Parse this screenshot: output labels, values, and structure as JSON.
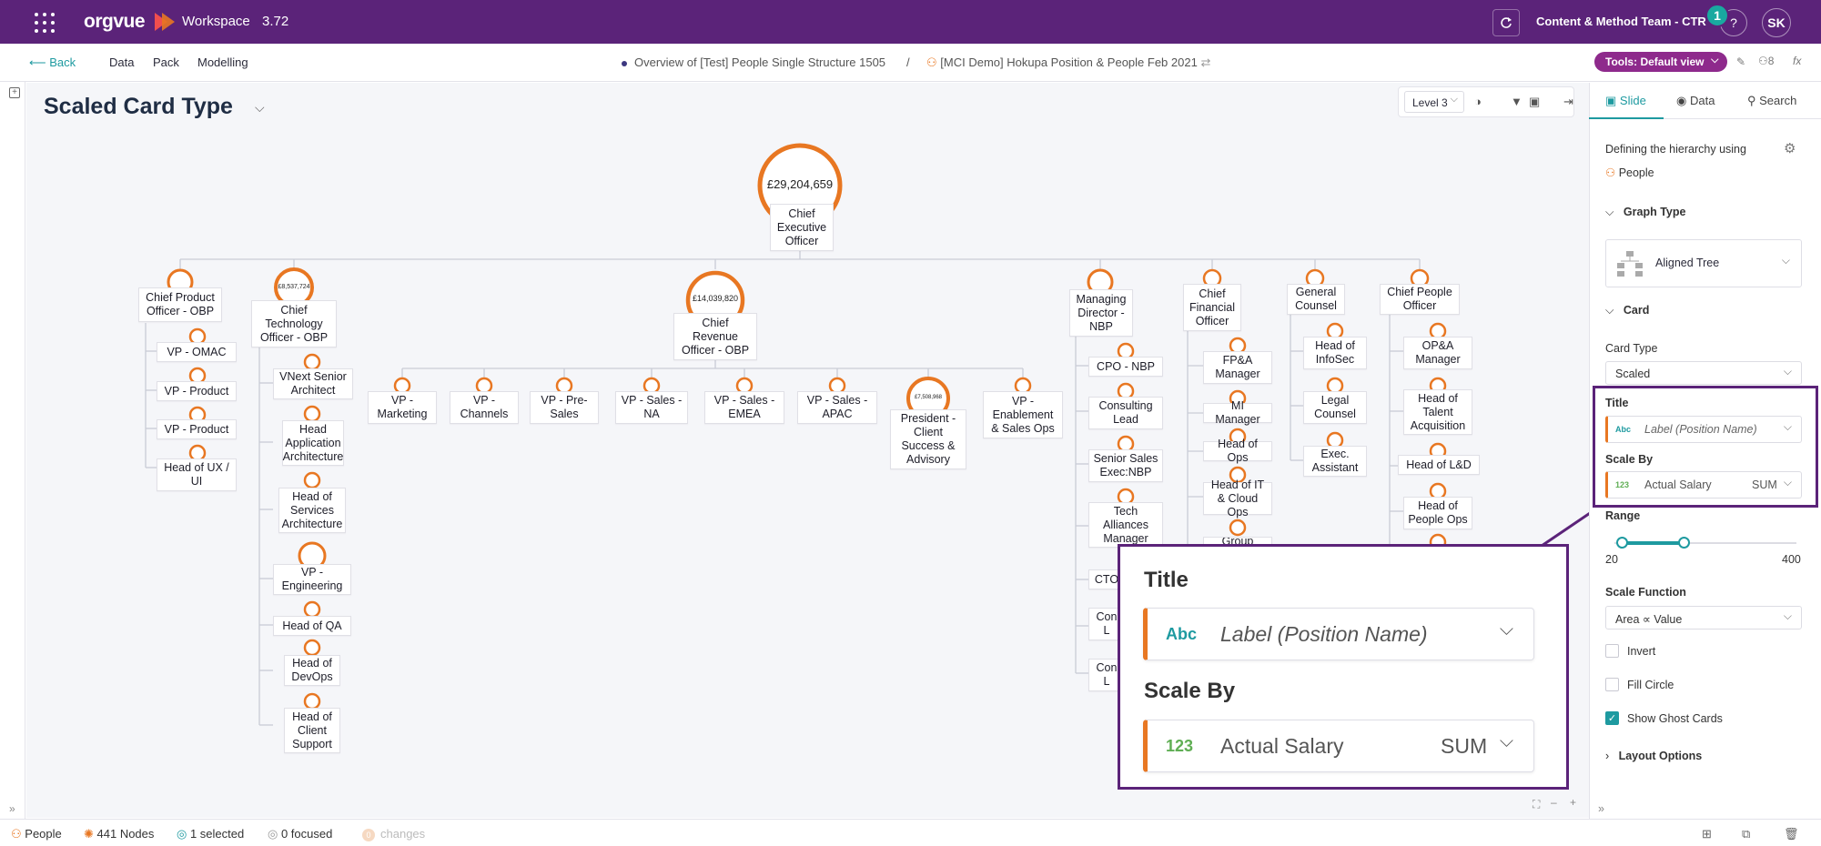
{
  "topbar": {
    "logo": "orgvue",
    "workspace_label": "Workspace",
    "version": "3.72",
    "team": "Content & Method Team - CTR",
    "notification_count": "1",
    "help_label": "?",
    "user_initials": "SK"
  },
  "subbar": {
    "back": "Back",
    "nav": [
      "Data",
      "Pack",
      "Modelling"
    ],
    "crumb1": "Overview of [Test] People Single Structure 1505",
    "crumb_sep": "/",
    "crumb2": "[MCI Demo] Hokupa Position & People Feb 2021",
    "tools_pill": "Tools: Default view",
    "users_count": "8",
    "fx": "fx"
  },
  "canvas": {
    "title": "Scaled Card Type",
    "level": "Level 3"
  },
  "tree": {
    "root": {
      "label": "Chief Executive Officer",
      "amount": "£29,204,659"
    },
    "l1": [
      {
        "label": "Chief Product Officer - OBP"
      },
      {
        "label": "Chief Technology Officer - OBP",
        "amount": "£8,537,724"
      },
      {
        "label": "Chief Revenue Officer - OBP",
        "amount": "£14,039,820"
      },
      {
        "label": "Managing Director - NBP"
      },
      {
        "label": "Chief Financial Officer"
      },
      {
        "label": "General Counsel"
      },
      {
        "label": "Chief People Officer"
      }
    ],
    "product": [
      "VP - OMAC",
      "VP - Product",
      "VP - Product",
      "Head of UX / UI"
    ],
    "tech": [
      "VNext Senior Architect",
      "Head Application Architecture",
      "Head of Services Architecture",
      "VP - Engineering",
      "Head of QA",
      "Head of DevOps",
      "Head of Client Support"
    ],
    "revenue": [
      "VP - Marketing",
      "VP - Channels",
      "VP - Pre-Sales",
      "VP - Sales - NA",
      "VP - Sales - EMEA",
      "VP - Sales - APAC",
      "President - Client Success & Advisory",
      "VP - Enablement & Sales Ops"
    ],
    "revenue_president_amount": "£7,508,968",
    "md": [
      "CPO - NBP",
      "Consulting Lead",
      "Senior Sales Exec:NBP",
      "Tech Alliances Manager",
      "CTO",
      "Con L",
      "Con L"
    ],
    "cfo": [
      "FP&A Manager",
      "MI Manager",
      "Head of Ops",
      "Head of IT & Cloud Ops",
      "Group"
    ],
    "counsel": [
      "Head of InfoSec",
      "Legal Counsel",
      "Exec. Assistant"
    ],
    "people": [
      "OP&A Manager",
      "Head of Talent Acquisition",
      "Head of L&D",
      "Head of People Ops"
    ]
  },
  "panel": {
    "tabs": [
      "Slide",
      "Data",
      "Search"
    ],
    "hierarchy_label": "Defining the hierarchy using",
    "hierarchy_value": "People",
    "graph_type_section": "Graph Type",
    "graph_type_value": "Aligned Tree",
    "card_section": "Card",
    "card_type_label": "Card Type",
    "card_type_value": "Scaled",
    "title_label": "Title",
    "title_type": "Abc",
    "title_value": "Label (Position Name)",
    "scale_by_label": "Scale By",
    "scale_type": "123",
    "scale_value": "Actual Salary",
    "scale_agg": "SUM",
    "range_label": "Range",
    "range_min": "20",
    "range_max": "400",
    "range_low_fraction": 0.04,
    "range_high_fraction": 0.38,
    "scale_function_label": "Scale Function",
    "scale_function_value": "Area ∝ Value",
    "invert_label": "Invert",
    "fill_circle_label": "Fill Circle",
    "ghost_cards_label": "Show Ghost Cards",
    "layout_options": "Layout Options"
  },
  "status": {
    "dimension": "People",
    "nodes": "441 Nodes",
    "selected": "1 selected",
    "focused": "0 focused",
    "changes_count": "0",
    "changes": "changes"
  },
  "colors": {
    "brand": "#5b2379",
    "accent": "#1e9aa0",
    "orange": "#e87722"
  }
}
